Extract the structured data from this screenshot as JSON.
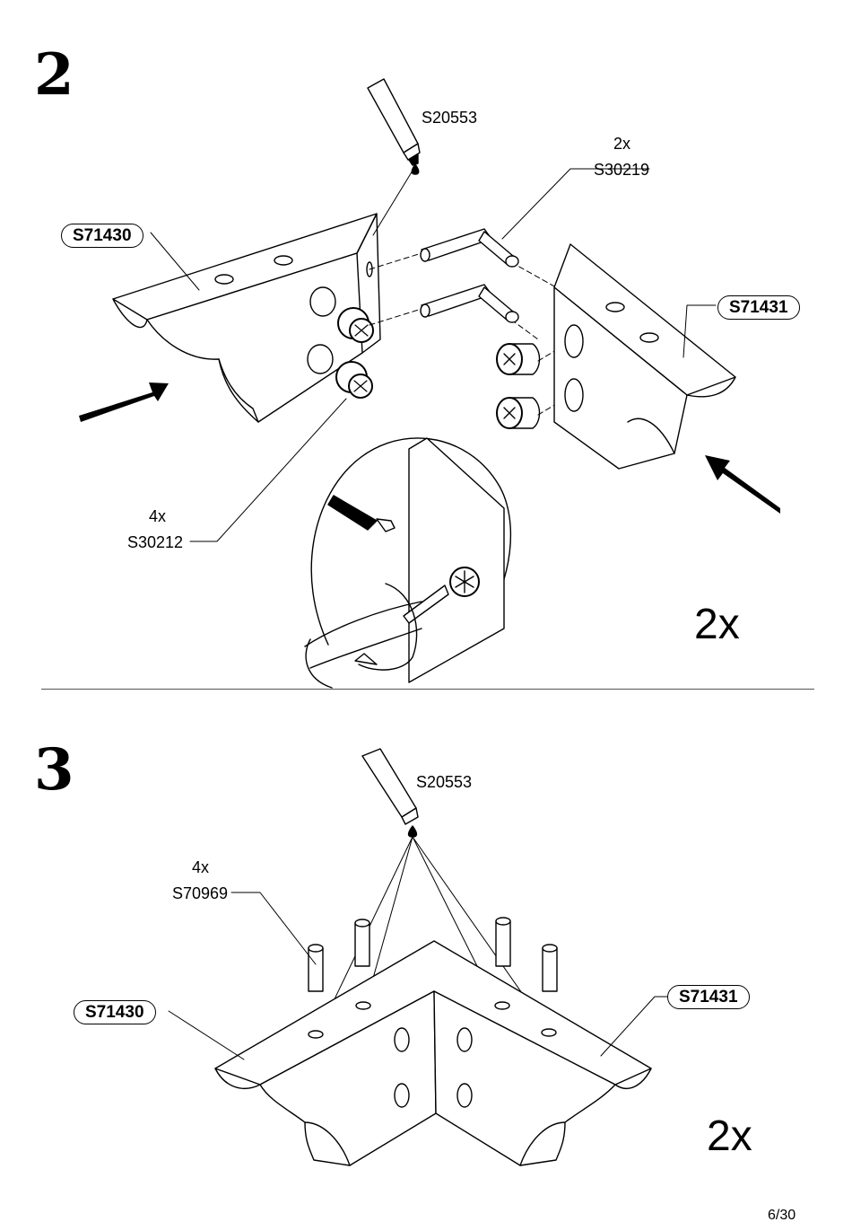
{
  "step2": {
    "number": "2",
    "glue_part": "S20553",
    "dowel_qty": "2x",
    "dowel_part": "S30219",
    "left_panel_part": "S71430",
    "right_panel_part": "S71431",
    "cam_qty": "4x",
    "cam_part": "S30212",
    "repeat_qty": "2x"
  },
  "step3": {
    "number": "3",
    "glue_part": "S20553",
    "pin_qty": "4x",
    "pin_part": "S70969",
    "left_panel_part": "S71430",
    "right_panel_part": "S71431",
    "repeat_qty": "2x"
  },
  "footer": {
    "page_number": "6/30"
  }
}
